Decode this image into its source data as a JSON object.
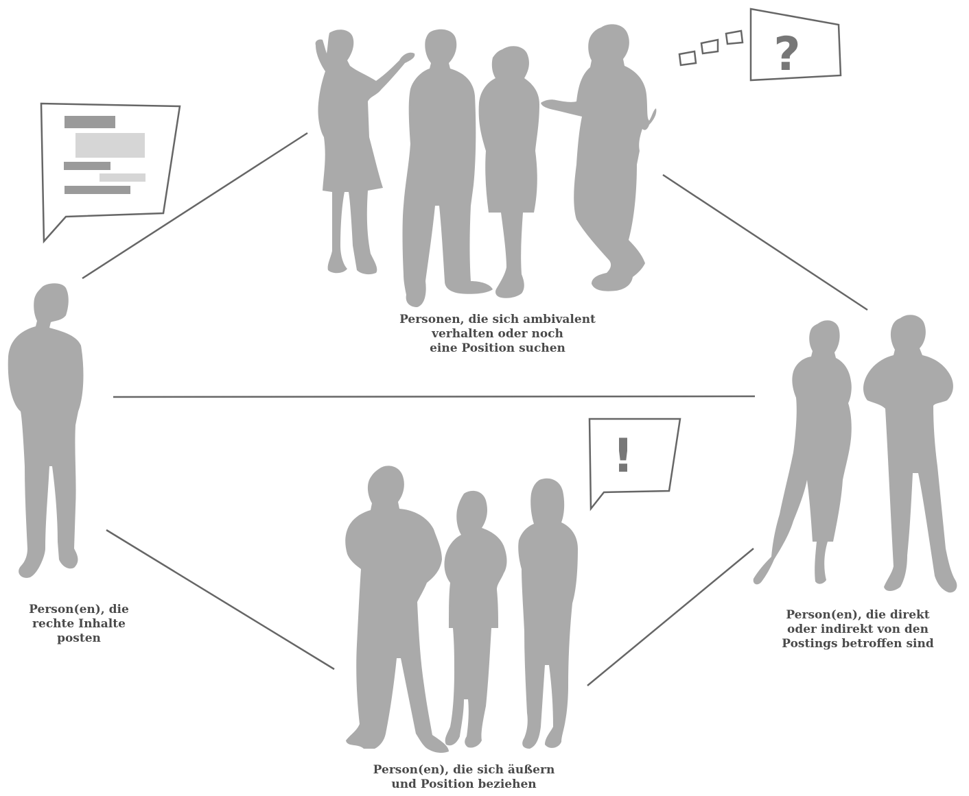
{
  "colors": {
    "figure": "#aaaaaa",
    "line": "#666666",
    "text": "#4a4a4a",
    "message_bar_dark": "#9a9a9a",
    "message_bar_light": "#d6d6d6"
  },
  "groups": {
    "poster": {
      "label": "Person(en), die\nrechte Inhalte\nposten",
      "icon": "chat-message-bubble-icon"
    },
    "ambivalent": {
      "label": "Personen, die sich ambivalent\nverhalten oder noch\neine Position suchen",
      "icon": "thought-bubble-question-icon",
      "glyph": "?"
    },
    "affected": {
      "label": "Person(en), die direkt\noder indirekt von den\nPostings betroffen sind"
    },
    "speaking": {
      "label": "Person(en), die sich äußern\nund Position beziehen",
      "icon": "speech-bubble-exclamation-icon",
      "glyph": "!"
    }
  }
}
